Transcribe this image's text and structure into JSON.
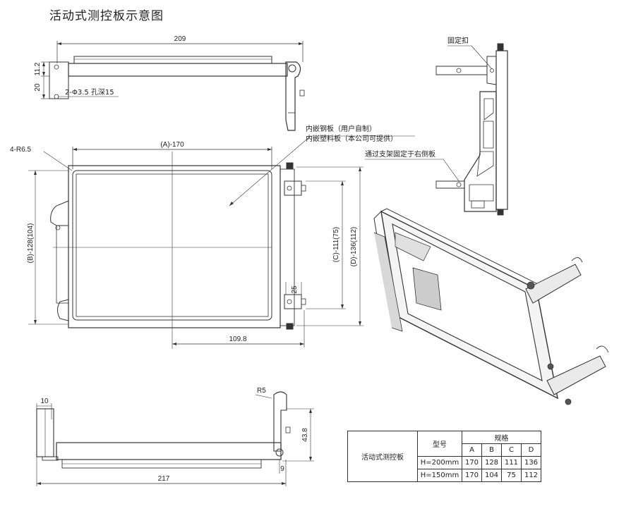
{
  "title": "活动式测控板示意图",
  "top_view": {
    "dim_length": "209",
    "dim_11_2": "11.2",
    "dim_20": "20",
    "hole_note": "2-Φ3.5 孔深15"
  },
  "front_view": {
    "corner_radius": "4-R6.5",
    "dim_a": "(A)-170",
    "dim_b": "(B)-128(104)",
    "dim_c": "(C)-111(75)",
    "dim_d": "(D)-136(112)",
    "dim_25": "25",
    "dim_109_8": "109.8",
    "note_line1": "内嵌钢板（用户自制）",
    "note_line2": "内嵌塑料板（本公司可提供）"
  },
  "side_view": {
    "label_clip": "固定扣",
    "label_mount": "通过支架固定于右侧板"
  },
  "bottom_view": {
    "dim_10": "10",
    "dim_r5": "R5",
    "dim_43_8": "43.8",
    "dim_9": "9",
    "dim_217": "217"
  },
  "spec_table": {
    "product_name": "活动式测控板",
    "model_header": "型号",
    "spec_header": "规格",
    "columns": [
      "A",
      "B",
      "C",
      "D"
    ],
    "rows": [
      {
        "model": "H=200mm",
        "values": [
          "170",
          "128",
          "111",
          "136"
        ]
      },
      {
        "model": "H=150mm",
        "values": [
          "170",
          "104",
          "75",
          "112"
        ]
      }
    ]
  }
}
